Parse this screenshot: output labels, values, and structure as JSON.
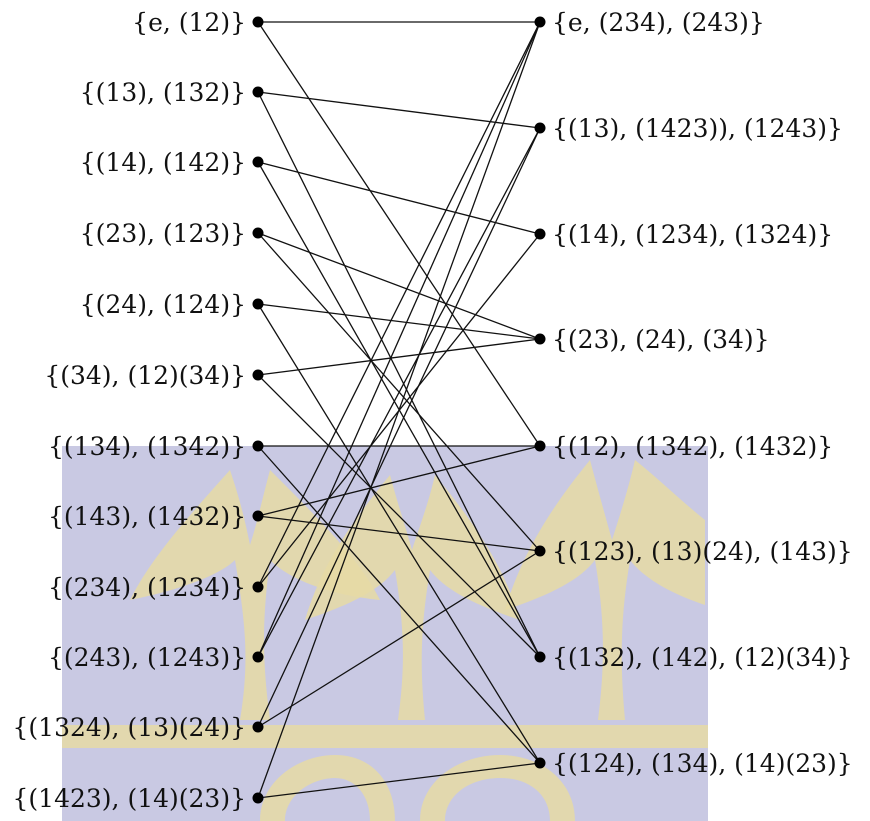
{
  "colors": {
    "watermark_blue": "#c9c9e3",
    "watermark_gold": "#e6dba5",
    "line": "#111111",
    "node": "#000000"
  },
  "diagram": {
    "left_nodes": [
      "{e, (12)}",
      "{(13), (132)}",
      "{(14), (142)}",
      "{(23), (123)}",
      "{(24), (124)}",
      "{(34), (12)(34)}",
      "{(134), (1342)}",
      "{(143), (1432)}",
      "{(234), (1234)}",
      "{(243), (1243)}",
      "{(1324), (13)(24)}",
      "{(1423), (14)(23)}"
    ],
    "right_nodes": [
      "{e, (234), (243)}",
      "{(13), (1423)), (1243)}",
      "{(14), (1234), (1324)}",
      "{(23), (24), (34)}",
      "{(12), (1342), (1432)}",
      "{(123), (13)(24), (143)}",
      "{(132), (142), (12)(34)}",
      "{(124), (134), (14)(23)}"
    ],
    "edges": [
      [
        0,
        0
      ],
      [
        0,
        4
      ],
      [
        1,
        1
      ],
      [
        1,
        6
      ],
      [
        2,
        2
      ],
      [
        2,
        6
      ],
      [
        3,
        3
      ],
      [
        3,
        5
      ],
      [
        4,
        3
      ],
      [
        4,
        7
      ],
      [
        5,
        3
      ],
      [
        5,
        6
      ],
      [
        6,
        4
      ],
      [
        6,
        7
      ],
      [
        7,
        4
      ],
      [
        7,
        5
      ],
      [
        8,
        0
      ],
      [
        8,
        2
      ],
      [
        9,
        0
      ],
      [
        9,
        1
      ],
      [
        10,
        1
      ],
      [
        10,
        5
      ],
      [
        11,
        0
      ],
      [
        11,
        7
      ]
    ]
  }
}
